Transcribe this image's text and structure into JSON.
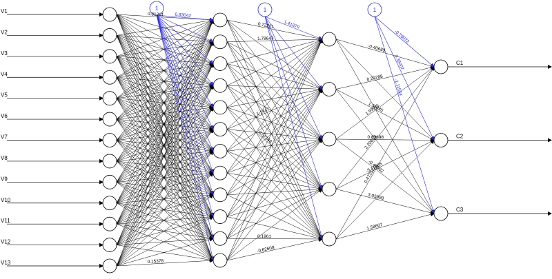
{
  "diagram": {
    "inputs": [
      "V1",
      "V2",
      "V3",
      "V4",
      "V5",
      "V6",
      "V7",
      "V8",
      "V9",
      "V10",
      "V11",
      "V12",
      "V13"
    ],
    "outputs": [
      "C1",
      "C2",
      "C3"
    ],
    "bias_label": "1",
    "weights_visible": [
      {
        "label": "0.81261",
        "from": [
          "in",
          0
        ],
        "to": [
          "h1",
          0
        ]
      },
      {
        "label": "0.15378",
        "from": [
          "in",
          12
        ],
        "to": [
          "h1",
          11
        ]
      },
      {
        "label": "0.72221",
        "from": [
          "h1",
          0
        ],
        "to": [
          "h2",
          0
        ]
      },
      {
        "label": "1.78643",
        "from": [
          "h1",
          1
        ],
        "to": [
          "h2",
          0
        ]
      },
      {
        "label": "0.02148",
        "from": [
          "h1",
          4
        ],
        "to": [
          "h2",
          3
        ]
      },
      {
        "label": "1.1447",
        "from": [
          "h1",
          5
        ],
        "to": [
          "h2",
          1
        ]
      },
      {
        "label": "0.1961",
        "from": [
          "h1",
          10
        ],
        "to": [
          "h2",
          4
        ]
      },
      {
        "label": "-0.62608",
        "from": [
          "h1",
          11
        ],
        "to": [
          "h2",
          4
        ]
      },
      {
        "label": "-0.40689",
        "from": [
          "h2",
          0
        ],
        "to": [
          "out",
          0
        ]
      },
      {
        "label": "0.29288",
        "from": [
          "h2",
          1
        ],
        "to": [
          "out",
          0
        ]
      },
      {
        "label": "1.34845",
        "from": [
          "h2",
          1
        ],
        "to": [
          "out",
          1
        ]
      },
      {
        "label": "1.59711",
        "from": [
          "h2",
          2
        ],
        "to": [
          "out",
          0
        ]
      },
      {
        "label": "0.83698",
        "from": [
          "h2",
          2
        ],
        "to": [
          "out",
          1
        ]
      },
      {
        "label": "-0.48502",
        "from": [
          "h2",
          2
        ],
        "to": [
          "out",
          2
        ]
      },
      {
        "label": "2.20613",
        "from": [
          "h2",
          3
        ],
        "to": [
          "out",
          0
        ]
      },
      {
        "label": "-5.11865",
        "from": [
          "h2",
          3
        ],
        "to": [
          "out",
          1
        ]
      },
      {
        "label": "3.05098",
        "from": [
          "h2",
          3
        ],
        "to": [
          "out",
          2
        ]
      },
      {
        "label": "0.47152",
        "from": [
          "h2",
          4
        ],
        "to": [
          "out",
          0
        ]
      },
      {
        "label": "1.58607",
        "from": [
          "h2",
          4
        ],
        "to": [
          "out",
          2
        ]
      }
    ],
    "bias_weights_visible": [
      {
        "label": "0.83042",
        "from": [
          "b1",
          0
        ],
        "to": [
          "h1",
          0
        ]
      },
      {
        "label": "1.41879",
        "from": [
          "b2",
          0
        ],
        "to": [
          "h2",
          0
        ]
      },
      {
        "label": "-0.78072",
        "from": [
          "b3",
          0
        ],
        "to": [
          "out",
          0
        ]
      },
      {
        "label": "0.38007",
        "from": [
          "b3",
          0
        ],
        "to": [
          "out",
          1
        ]
      },
      {
        "label": "-1.11534",
        "from": [
          "b3",
          0
        ],
        "to": [
          "out",
          2
        ]
      }
    ]
  }
}
